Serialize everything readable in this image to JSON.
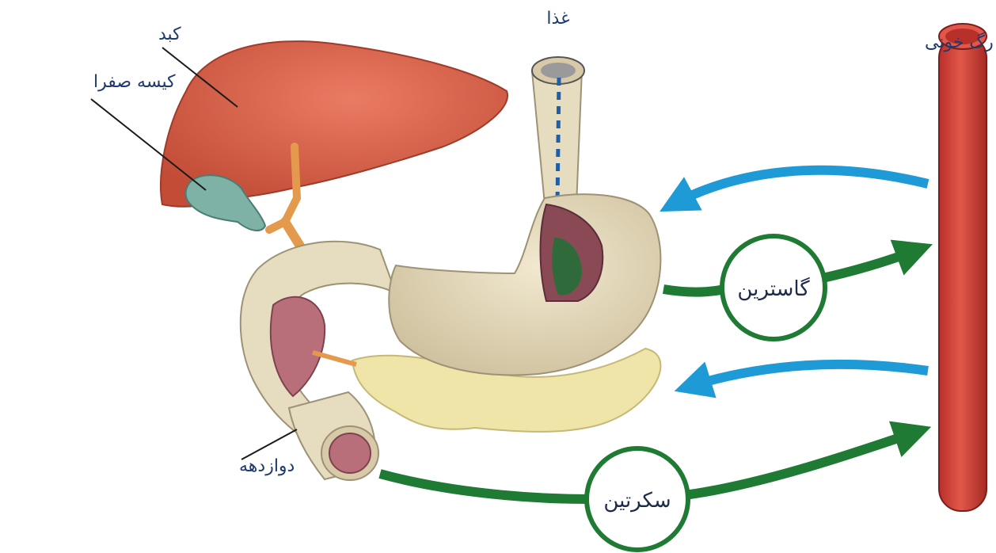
{
  "labels": {
    "liver": "کبد",
    "gallbladder": "کیسه صفرا",
    "food": "غذا",
    "blood_vessel": "رگ خونی",
    "duodenum": "دوازدهه"
  },
  "hormones": {
    "gastrin": "گاسترین",
    "secretin": "سکرتین"
  },
  "colors": {
    "liver": "#d9604a",
    "gallbladder": "#7fb2a6",
    "stomach": "#e6dcc0",
    "pancreas": "#efe5a8",
    "duct": "#e39a4c",
    "vessel": "#d6453a",
    "blue_arrow": "#1e9bd7",
    "green_arrow": "#1f7a33",
    "label_text": "#1f3a6e"
  }
}
